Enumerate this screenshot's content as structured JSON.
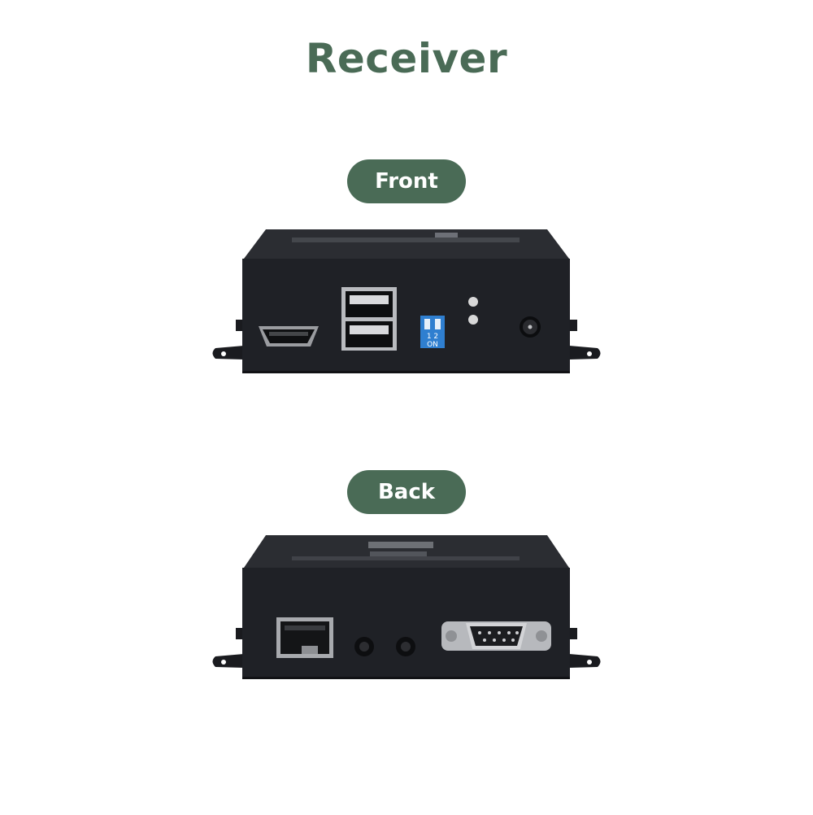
{
  "title": "Receiver",
  "views": {
    "front": {
      "label": "Front"
    },
    "back": {
      "label": "Back"
    }
  },
  "dip_switch": {
    "labels": "1 2",
    "state": "ON"
  },
  "colors": {
    "title": "#4a6b56",
    "pill_bg": "#4a6b56",
    "pill_text": "#ffffff",
    "device_body": "#1f2126",
    "device_top": "#2a2c31",
    "dip_switch": "#2f7fd0",
    "led": "#d8d8d8"
  },
  "icons": {
    "front_ports": [
      "hdmi-port-icon",
      "dual-usb-port-icon",
      "dip-switch-icon",
      "led-indicator-icon",
      "dc-power-jack-icon"
    ],
    "back_ports": [
      "rj45-port-icon",
      "audio-jack-icon",
      "audio-jack-icon",
      "db9-serial-port-icon"
    ]
  }
}
